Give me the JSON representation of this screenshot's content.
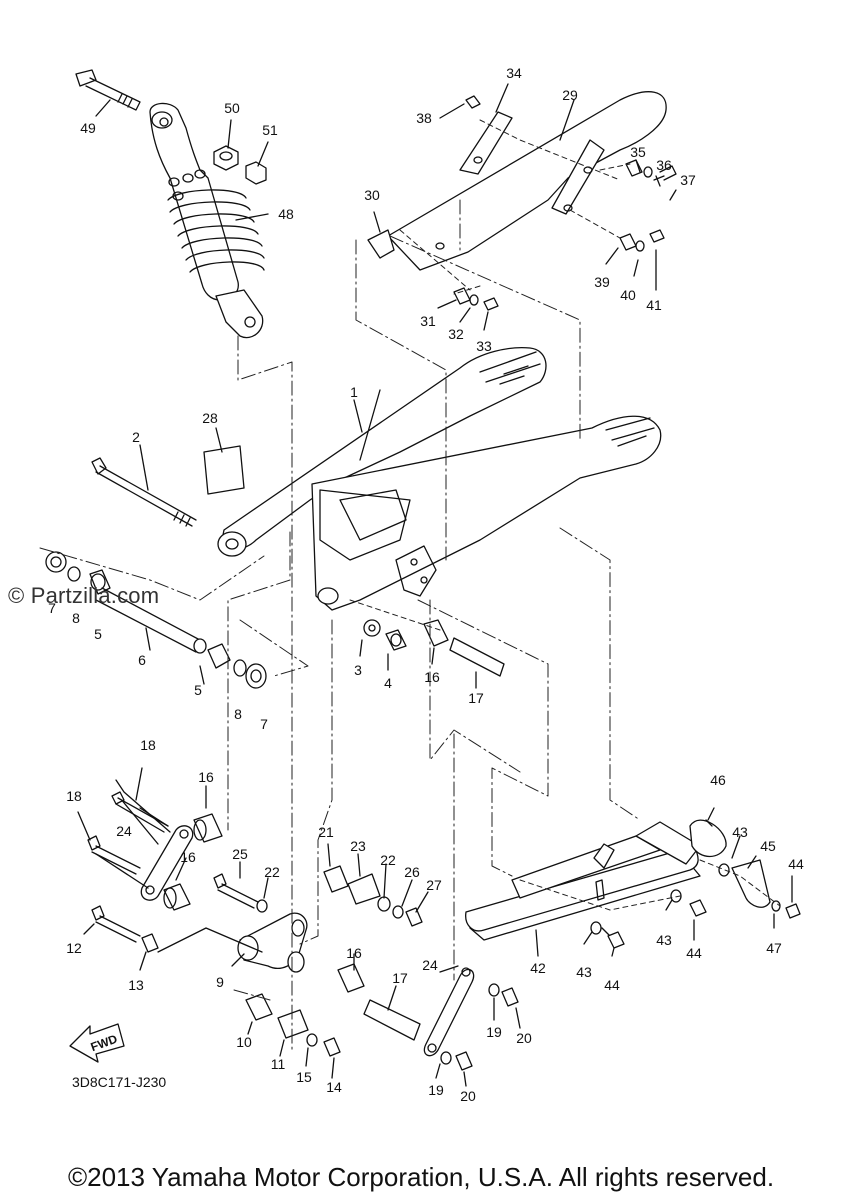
{
  "watermark": "© Partzilla.com",
  "part_code": "3D8C171-J230",
  "fwd_label": "FWD",
  "copyright": "©2013 Yamaha Motor Corporation, U.S.A. All rights reserved.",
  "callouts": {
    "c1": "1",
    "c2": "2",
    "c3": "3",
    "c4": "4",
    "c5a": "5",
    "c5b": "5",
    "c6": "6",
    "c7a": "7",
    "c7b": "7",
    "c8a": "8",
    "c8b": "8",
    "c9": "9",
    "c10": "10",
    "c11": "11",
    "c12": "12",
    "c13": "13",
    "c14": "14",
    "c15": "15",
    "c16a": "16",
    "c16b": "16",
    "c16c": "16",
    "c16d": "16",
    "c17a": "17",
    "c17b": "17",
    "c18a": "18",
    "c18b": "18",
    "c19a": "19",
    "c19b": "19",
    "c20a": "20",
    "c20b": "20",
    "c21": "21",
    "c22a": "22",
    "c22b": "22",
    "c23": "23",
    "c24a": "24",
    "c24b": "24",
    "c25": "25",
    "c26": "26",
    "c27": "27",
    "c28": "28",
    "c29": "29",
    "c30": "30",
    "c31": "31",
    "c32": "32",
    "c33": "33",
    "c34": "34",
    "c35": "35",
    "c36": "36",
    "c37": "37",
    "c38": "38",
    "c39": "39",
    "c40": "40",
    "c41": "41",
    "c42": "42",
    "c43a": "43",
    "c43b": "43",
    "c43c": "43",
    "c44a": "44",
    "c44b": "44",
    "c44c": "44",
    "c45": "45",
    "c46": "46",
    "c47": "47",
    "c48": "48",
    "c49": "49",
    "c50": "50",
    "c51": "51"
  }
}
